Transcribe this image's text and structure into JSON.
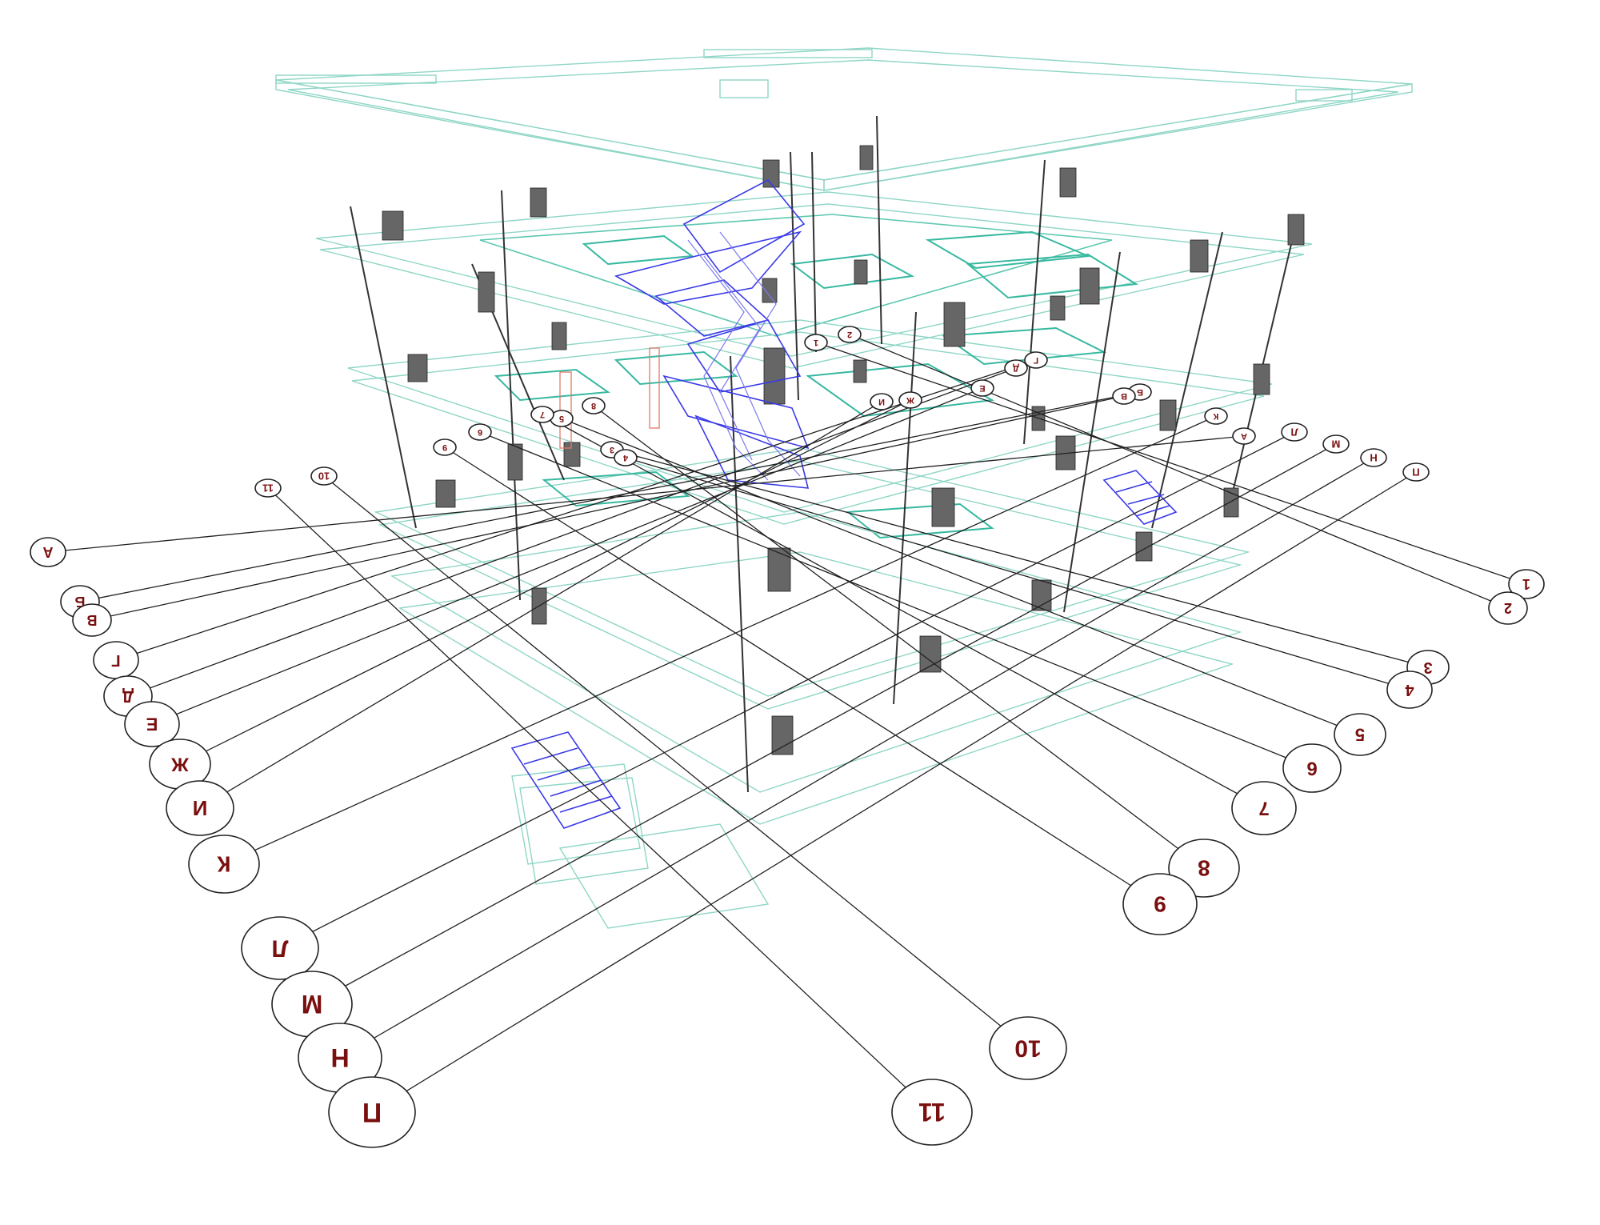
{
  "axes": {
    "left": [
      "А",
      "Б",
      "В",
      "Г",
      "Д",
      "Е",
      "Ж",
      "И",
      "К",
      "Л",
      "М",
      "Н",
      "П"
    ],
    "right": [
      "1",
      "2",
      "3",
      "4",
      "5",
      "6",
      "7",
      "8",
      "9",
      "10",
      "11"
    ]
  },
  "colors": {
    "structure": "#8fd6c6",
    "stairs": "#3a3ae8",
    "columns": "#333333",
    "axis_label": "#7a0f0f"
  }
}
